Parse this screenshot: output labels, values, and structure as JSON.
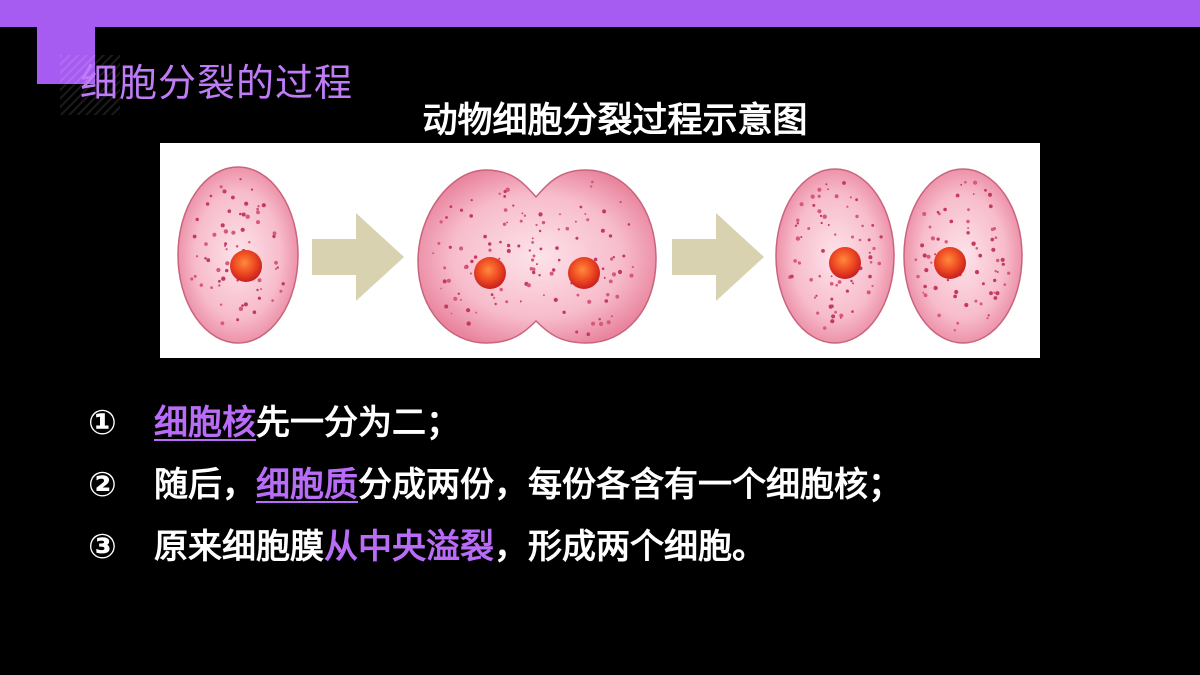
{
  "slide": {
    "section_title": "细胞分裂的过程",
    "figure_title": "动物细胞分裂过程示意图",
    "accent_color": "#a65cf0",
    "highlight_color": "#b96cf7",
    "points": [
      {
        "number": "①",
        "highlight": "细胞核",
        "text": "先一分为二；"
      },
      {
        "number": "②",
        "prefix": "随后，",
        "highlight": "细胞质",
        "text": "分成两份，每份各含有一个细胞核；"
      },
      {
        "number": "③",
        "prefix": "原来细胞膜",
        "highlight": "从中央溢裂",
        "text": "，形成两个细胞。"
      }
    ]
  },
  "figure": {
    "cell_color": "#f7b8c6",
    "nucleus_color": "#e8401f",
    "arrow_color": "#d6cfad",
    "stages": [
      "single-cell",
      "dividing-cell",
      "two-cells"
    ]
  }
}
